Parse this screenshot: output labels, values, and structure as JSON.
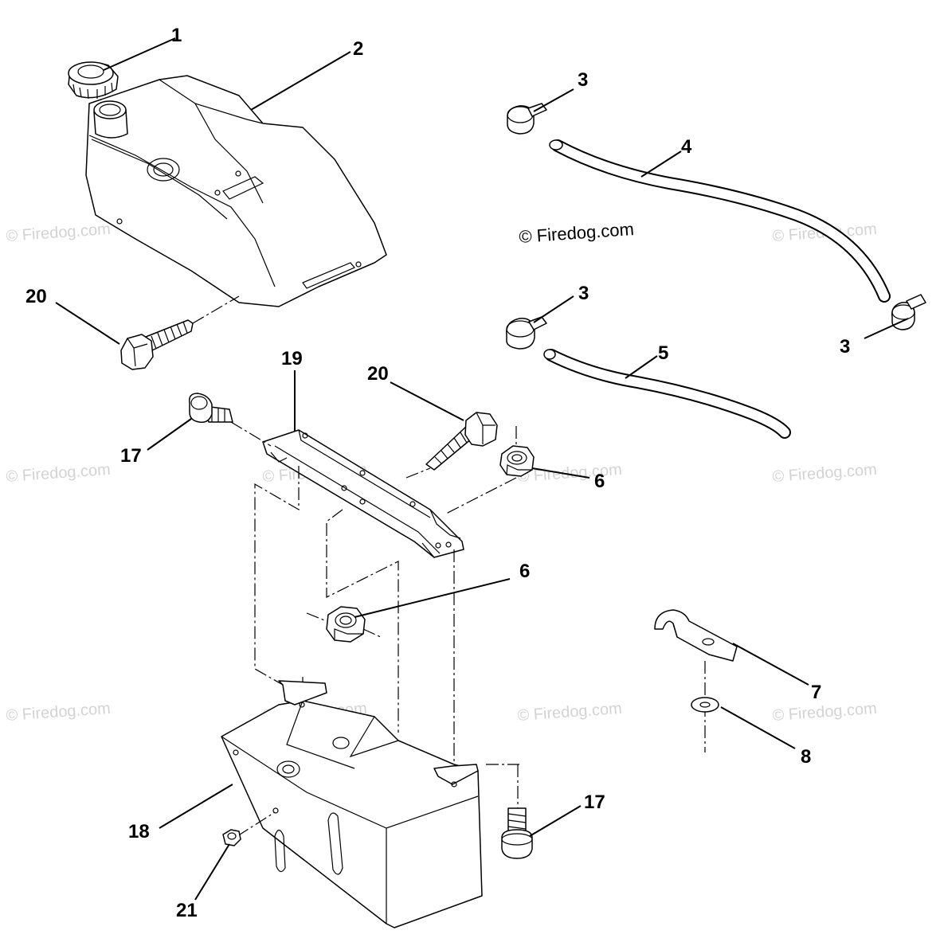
{
  "credit": "© Firedog.com",
  "watermark": "© Firedog.com",
  "callouts": {
    "c1": "1",
    "c2": "2",
    "c3a": "3",
    "c3b": "3",
    "c3c": "3",
    "c4": "4",
    "c5": "5",
    "c6a": "6",
    "c6b": "6",
    "c7": "7",
    "c8": "8",
    "c17a": "17",
    "c17b": "17",
    "c18": "18",
    "c19": "19",
    "c20a": "20",
    "c20b": "20",
    "c21": "21"
  }
}
